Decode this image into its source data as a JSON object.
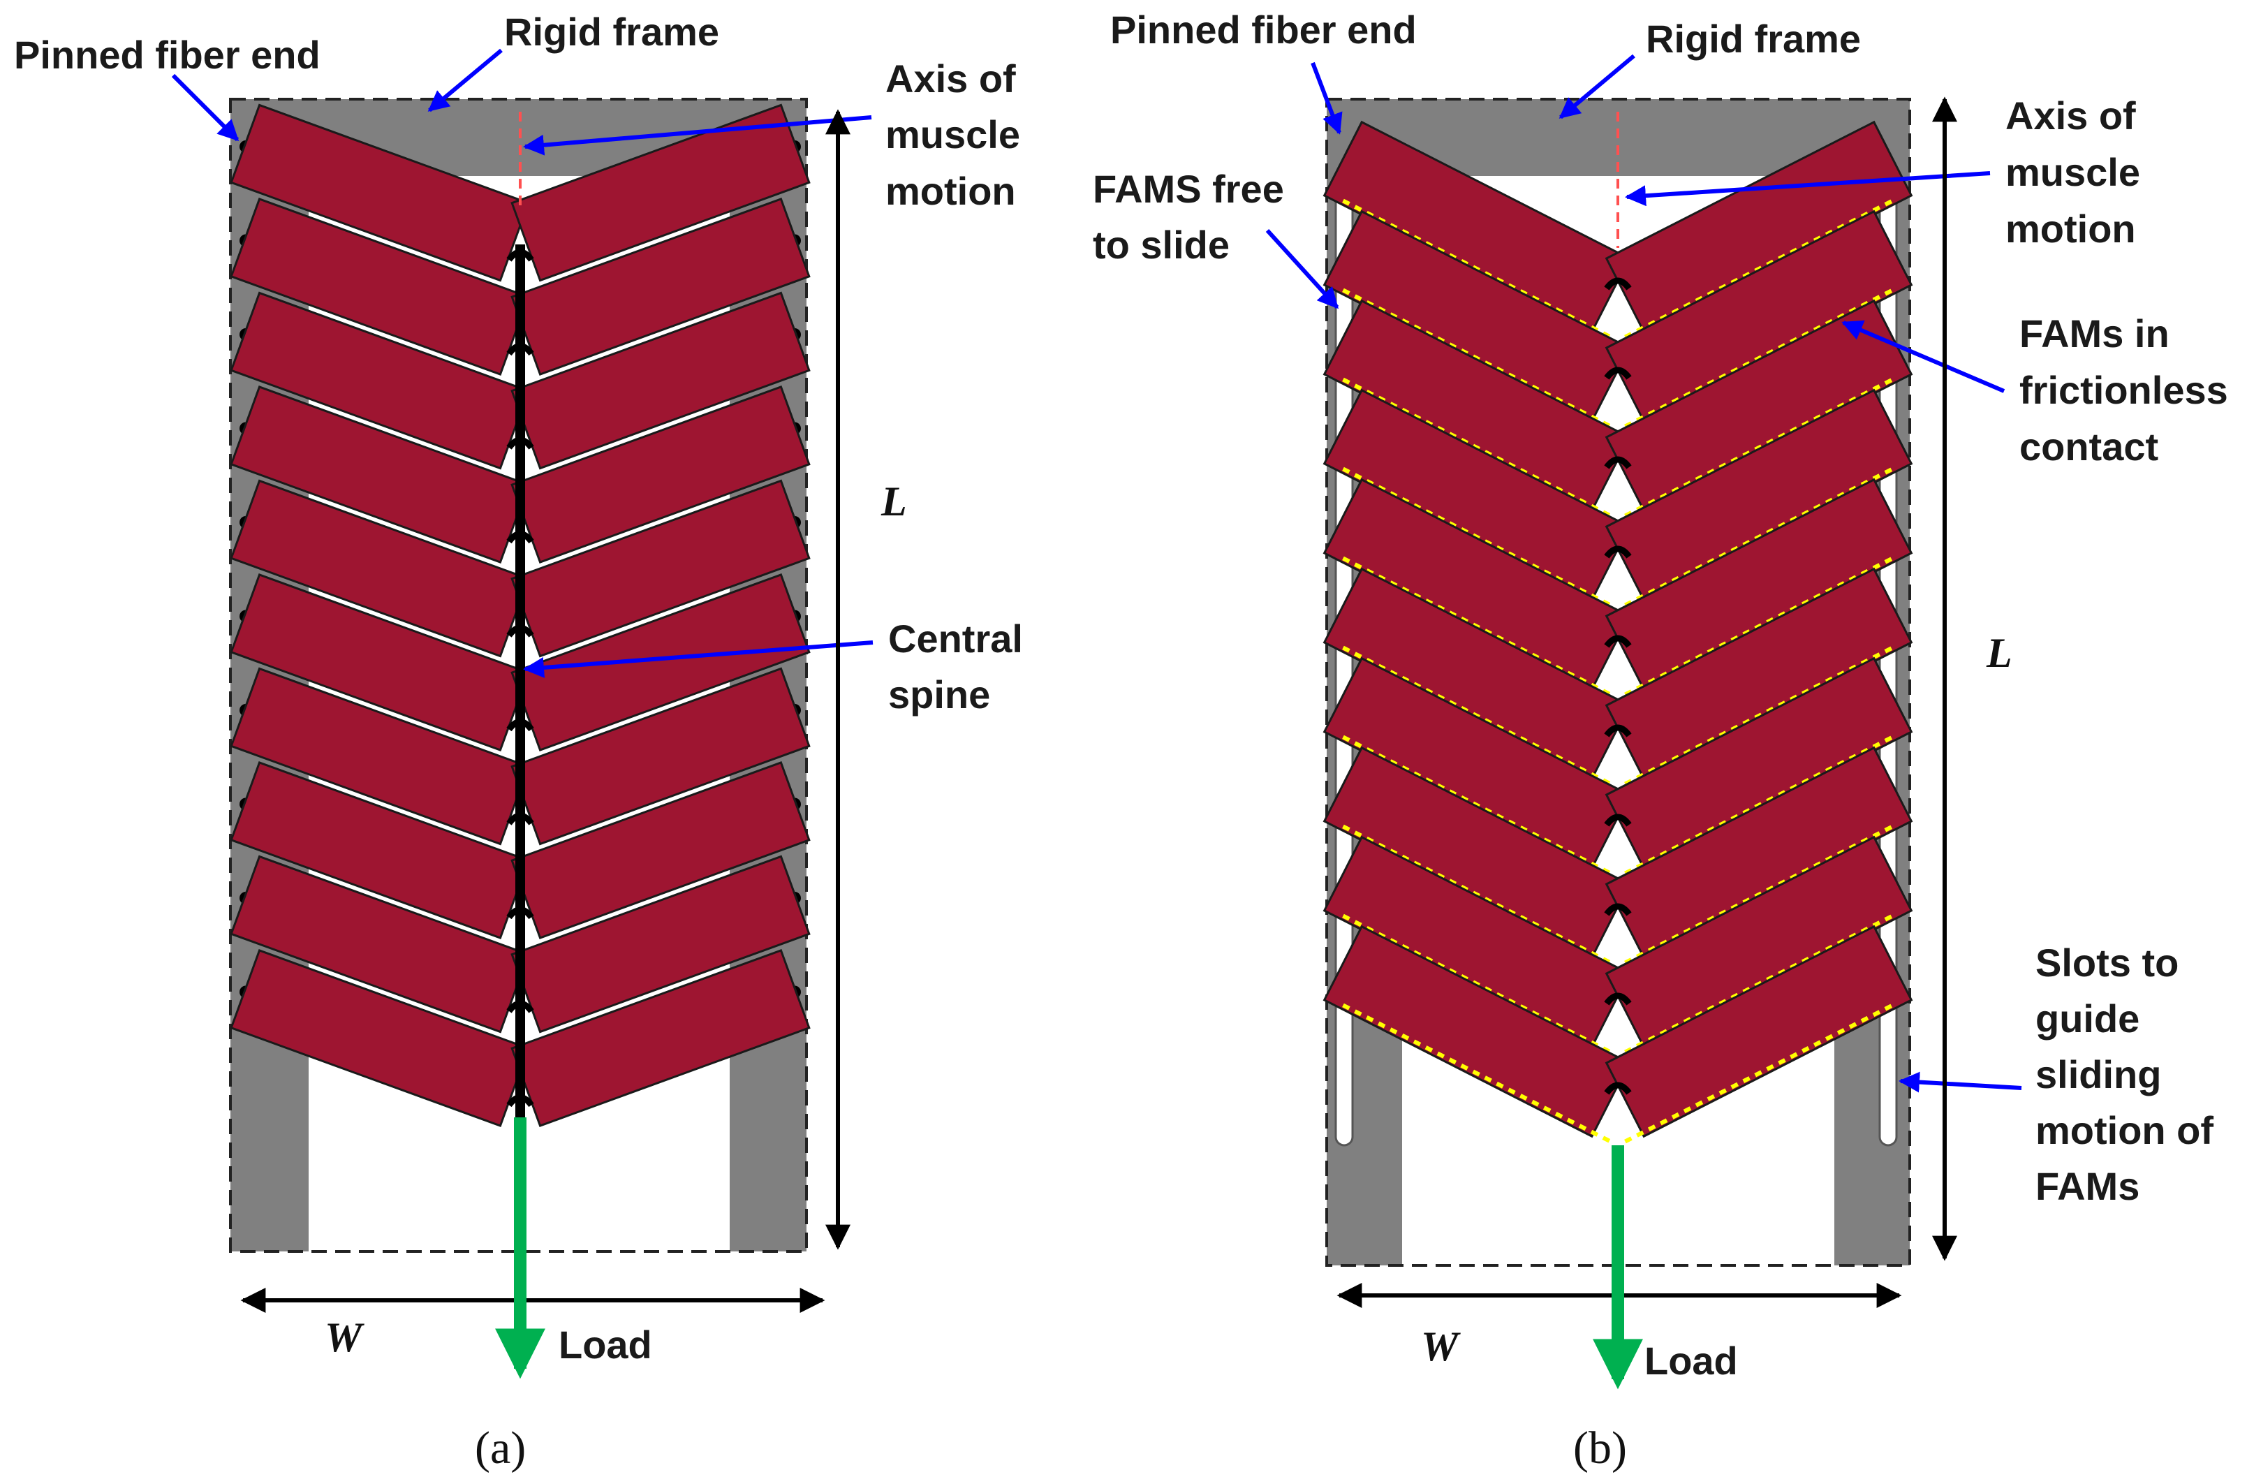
{
  "colors": {
    "frame": "#808080",
    "fiber": "#9e1531",
    "spine": "#000000",
    "load_arrow": "#00b050",
    "pointer": "#0000ff",
    "axis_line": "#ff5050",
    "contact_line": "#ffff00",
    "slider_node": "#33cc33"
  },
  "panel_a": {
    "caption": "(a)",
    "labels": {
      "pinned": "Pinned fiber end",
      "frame": "Rigid frame",
      "axis": [
        "Axis of",
        "muscle",
        "motion"
      ],
      "spine": [
        "Central",
        "spine"
      ],
      "length": "L",
      "width": "W",
      "load": "Load"
    }
  },
  "panel_b": {
    "caption": "(b)",
    "labels": {
      "pinned": "Pinned fiber end",
      "frame": "Rigid frame",
      "axis": [
        "Axis of",
        "muscle",
        "motion"
      ],
      "free": [
        "FAMS free",
        "to slide"
      ],
      "contact": [
        "FAMs in",
        "frictionless",
        "contact"
      ],
      "slots": [
        "Slots to",
        "guide",
        "sliding",
        "motion of",
        "FAMs"
      ],
      "length": "L",
      "width": "W",
      "load": "Load"
    }
  }
}
